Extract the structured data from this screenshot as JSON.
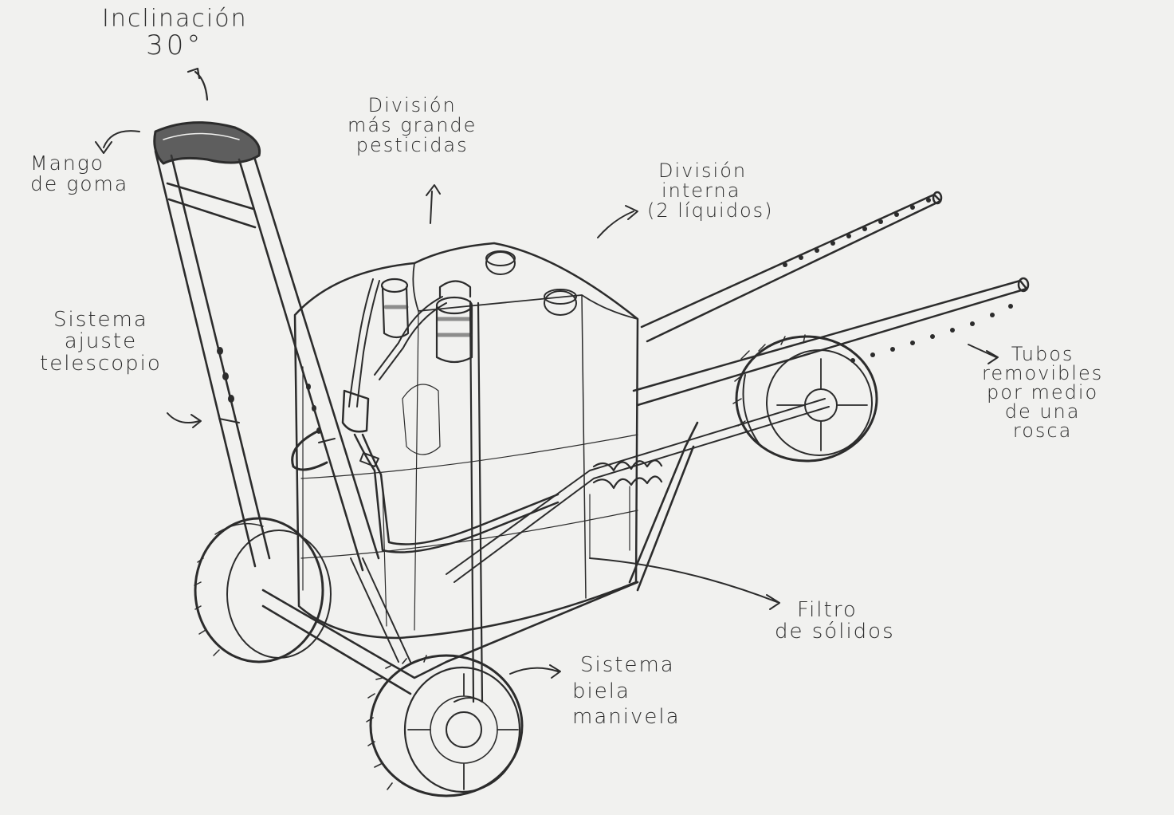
{
  "colors": {
    "paper": "#f1f1ef",
    "pencil": "#2c2c2c",
    "shade": "#3a3a3a"
  },
  "labels": {
    "inclinacion": [
      "Inclinación",
      "30°"
    ],
    "mango": [
      "Mango",
      "de goma"
    ],
    "division_grande": [
      "División",
      "más grande",
      "pesticidas"
    ],
    "division_interna": [
      "División",
      "interna",
      "(2 líquidos)"
    ],
    "ajuste": [
      "Sistema",
      "ajuste",
      "telescopio"
    ],
    "tubos": [
      "Tubos",
      "removibles",
      "por medio",
      "de una",
      "rosca"
    ],
    "filtro": [
      "Filtro",
      "de sólidos"
    ],
    "biela": [
      "Sistema",
      "biela",
      "manivela"
    ]
  }
}
